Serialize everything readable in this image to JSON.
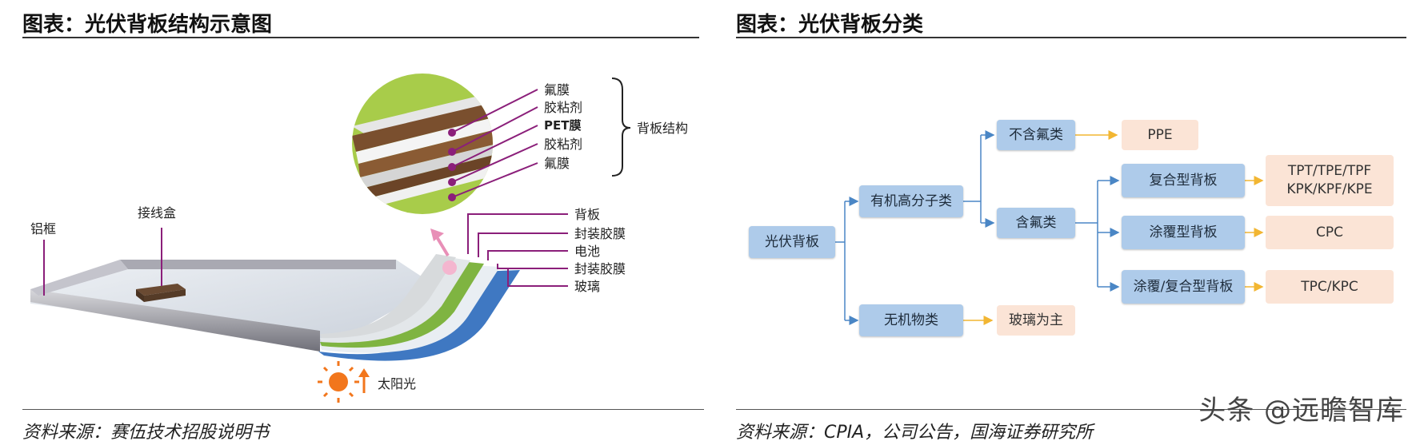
{
  "left": {
    "title": "图表：光伏背板结构示意图",
    "source": "资料来源：赛伍技术招股说明书",
    "labels": {
      "fluoro_film_1": "氟膜",
      "adhesive_1": "胶粘剂",
      "pet_film": "PET膜",
      "adhesive_2": "胶粘剂",
      "fluoro_film_2": "氟膜",
      "backsheet_structure": "背板结构",
      "backsheet": "背板",
      "encapsulant_1": "封装胶膜",
      "cell": "电池",
      "encapsulant_2": "封装胶膜",
      "glass": "玻璃",
      "junction_box": "接线盒",
      "aluminum_frame": "铝框",
      "sunlight": "太阳光"
    }
  },
  "right": {
    "title": "图表：光伏背板分类",
    "source": "资料来源：CPIA，公司公告，国海证券研究所",
    "nodes": {
      "root": "光伏背板",
      "organic": "有机高分子类",
      "inorganic": "无机物类",
      "no_fluorine": "不含氟类",
      "fluorine": "含氟类",
      "composite": "复合型背板",
      "coated": "涂覆型背板",
      "coated_composite": "涂覆/复合型背板",
      "ppe": "PPE",
      "tpt_line1": "TPT/TPE/TPF",
      "tpt_line2": "KPK/KPF/KPE",
      "cpc": "CPC",
      "tpc": "TPC/KPC",
      "glass_main": "玻璃为主"
    }
  },
  "watermark": "头条 @远瞻智库",
  "colors": {
    "node_blue": "#aecbea",
    "node_peach": "#fbe4d6",
    "arrow_blue": "#4a86c5",
    "arrow_yellow": "#f2b632",
    "leader_purple": "#8b1f7a",
    "film_green": "#9cc63a"
  },
  "icons": [
    "sun-icon",
    "up-arrow-icon"
  ]
}
